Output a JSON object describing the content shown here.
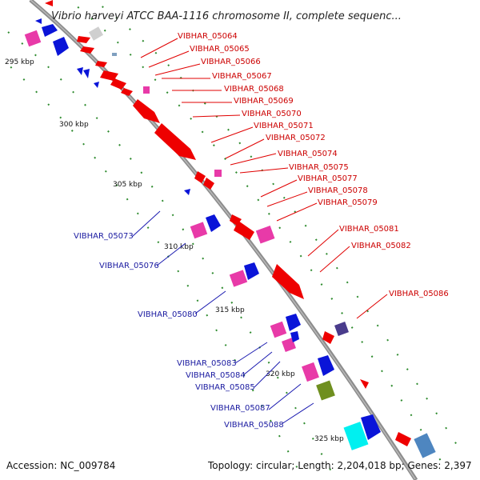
{
  "title": "Vibrio harveyi ATCC BAA-1116 chromosome II, complete sequenc...",
  "footer": {
    "accession": "Accession: NC_009784",
    "summary": "Topology: circular; Length: 2,204,018 bp; Genes: 2,397"
  },
  "ticks": [
    "295 kbp",
    "300 kbp",
    "305 kbp",
    "310 kbp",
    "315 kbp",
    "320 kbp",
    "325 kbp"
  ],
  "labels_right": [
    "VIBHAR_05064",
    "VIBHAR_05065",
    "VIBHAR_05066",
    "VIBHAR_05067",
    "VIBHAR_05068",
    "VIBHAR_05069",
    "VIBHAR_05070",
    "VIBHAR_05071",
    "VIBHAR_05072",
    "VIBHAR_05074",
    "VIBHAR_05075",
    "VIBHAR_05077",
    "VIBHAR_05078",
    "VIBHAR_05079",
    "VIBHAR_05081",
    "VIBHAR_05082",
    "VIBHAR_05086"
  ],
  "labels_left": [
    "VIBHAR_05073",
    "VIBHAR_05076",
    "VIBHAR_05080",
    "VIBHAR_05083",
    "VIBHAR_05084",
    "VIBHAR_05085",
    "VIBHAR_05087",
    "VIBHAR_05088"
  ],
  "colors": {
    "forward_cds": "#ee0000",
    "reverse_cds": "#0a14d8",
    "pink": "#e83aa8",
    "backbone": "#8a8a8a",
    "dots": "#2e8b2e",
    "forward_label": "#cc0000",
    "reverse_label": "#1a1aa0"
  }
}
